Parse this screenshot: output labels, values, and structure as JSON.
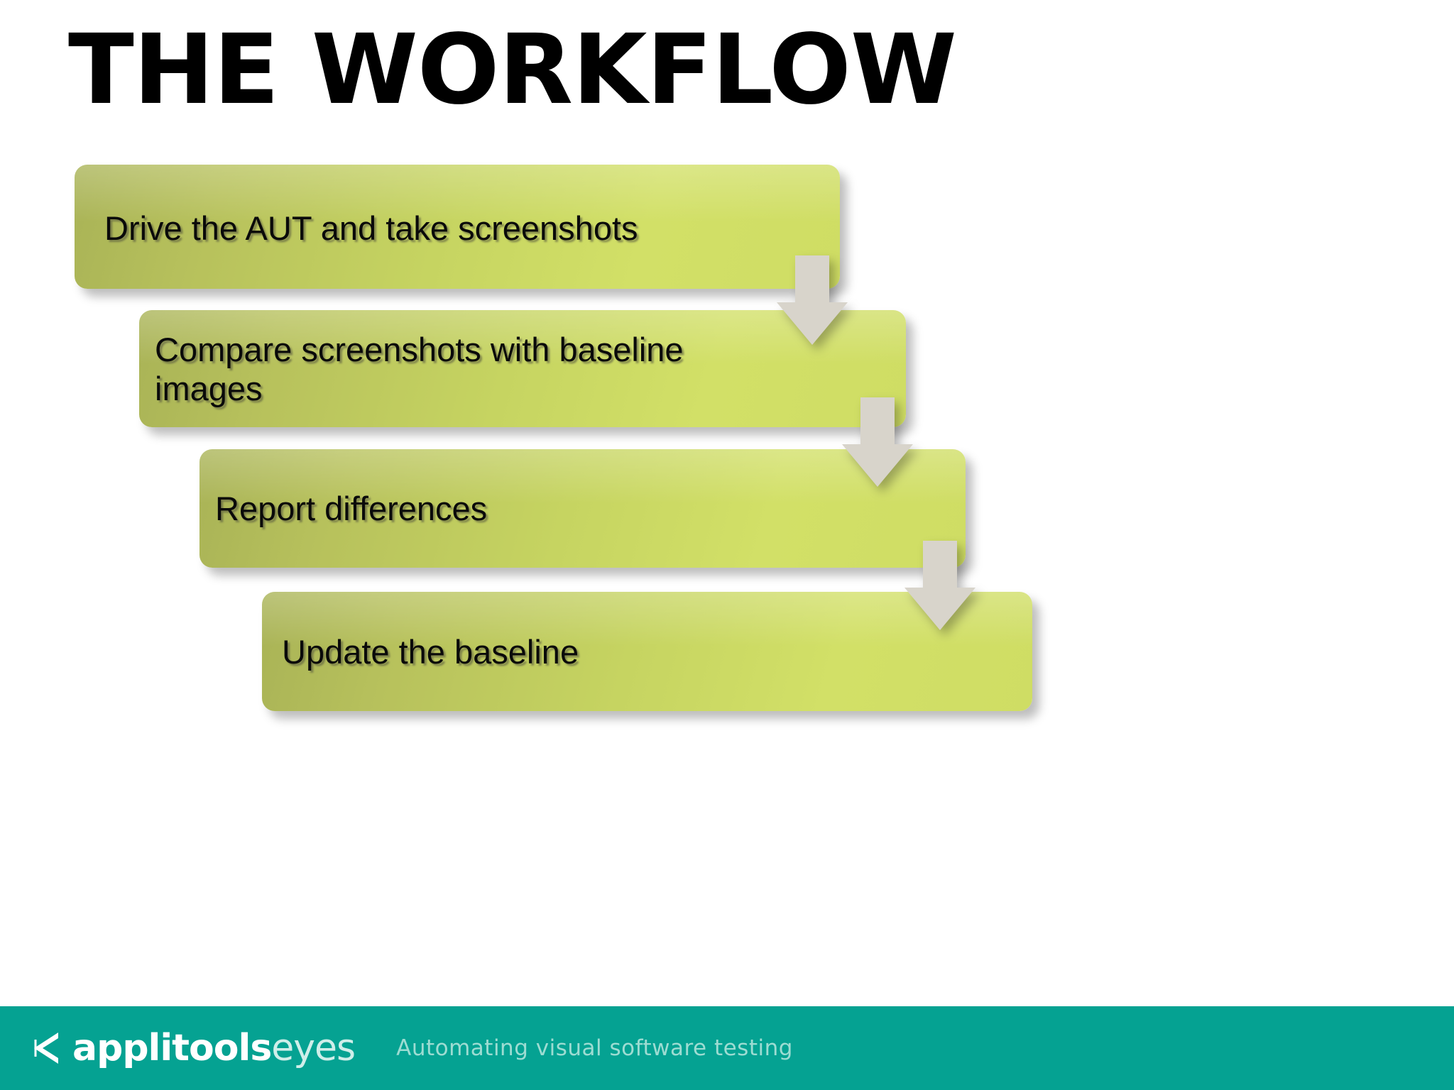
{
  "slide": {
    "title": "THE WORKFLOW",
    "background_color": "#ffffff"
  },
  "flow": {
    "type": "vertical-staircase-flow",
    "box_gradient_start": "#a9b356",
    "box_gradient_end": "#d2e067",
    "arrow_color": "#d8d4cb",
    "text_color": "#0a0a0a",
    "steps": [
      {
        "order": "1",
        "label": "Drive the AUT and take screenshots"
      },
      {
        "order": "2",
        "label": "Compare screenshots with baseline images"
      },
      {
        "order": "3",
        "label": "Report differences"
      },
      {
        "order": "4",
        "label": "Update the baseline"
      }
    ],
    "connectors": [
      {
        "from": "1",
        "to": "2",
        "icon": "arrow-down-icon"
      },
      {
        "from": "2",
        "to": "3",
        "icon": "arrow-down-icon"
      },
      {
        "from": "3",
        "to": "4",
        "icon": "arrow-down-icon"
      }
    ]
  },
  "footer": {
    "background_color": "#05a292",
    "logo_icon": "applitools-eye-mark-icon",
    "brand_bold": "applitools",
    "brand_light": "eyes",
    "tagline": "Automating visual software testing",
    "tagline_color": "#9ddcd2"
  }
}
